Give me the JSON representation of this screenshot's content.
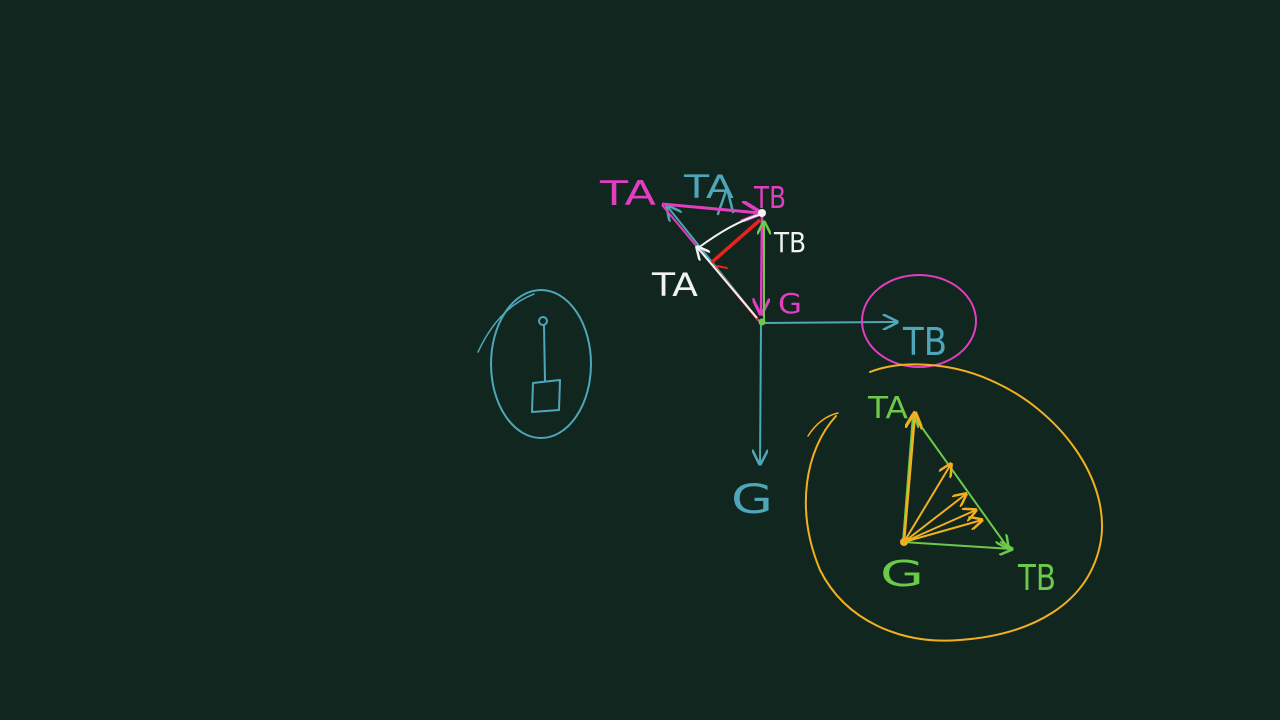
{
  "colors": {
    "background": "#10261f",
    "teal": "#4fa6b8",
    "magenta": "#e23ec0",
    "white": "#f2f2f2",
    "red": "#e8231e",
    "green": "#6cc94a",
    "yellow": "#f2b01e"
  },
  "labels": {
    "ta_magenta": "TA",
    "ta_teal_top": "TA",
    "tb_magenta_top": "TB",
    "tb_white": "TB",
    "ta_white": "TA",
    "g_magenta": "G",
    "tb_teal_right": "TB",
    "g_teal_bottom": "G",
    "ta_green": "TA",
    "g_green": "G",
    "tb_green": "TB"
  }
}
